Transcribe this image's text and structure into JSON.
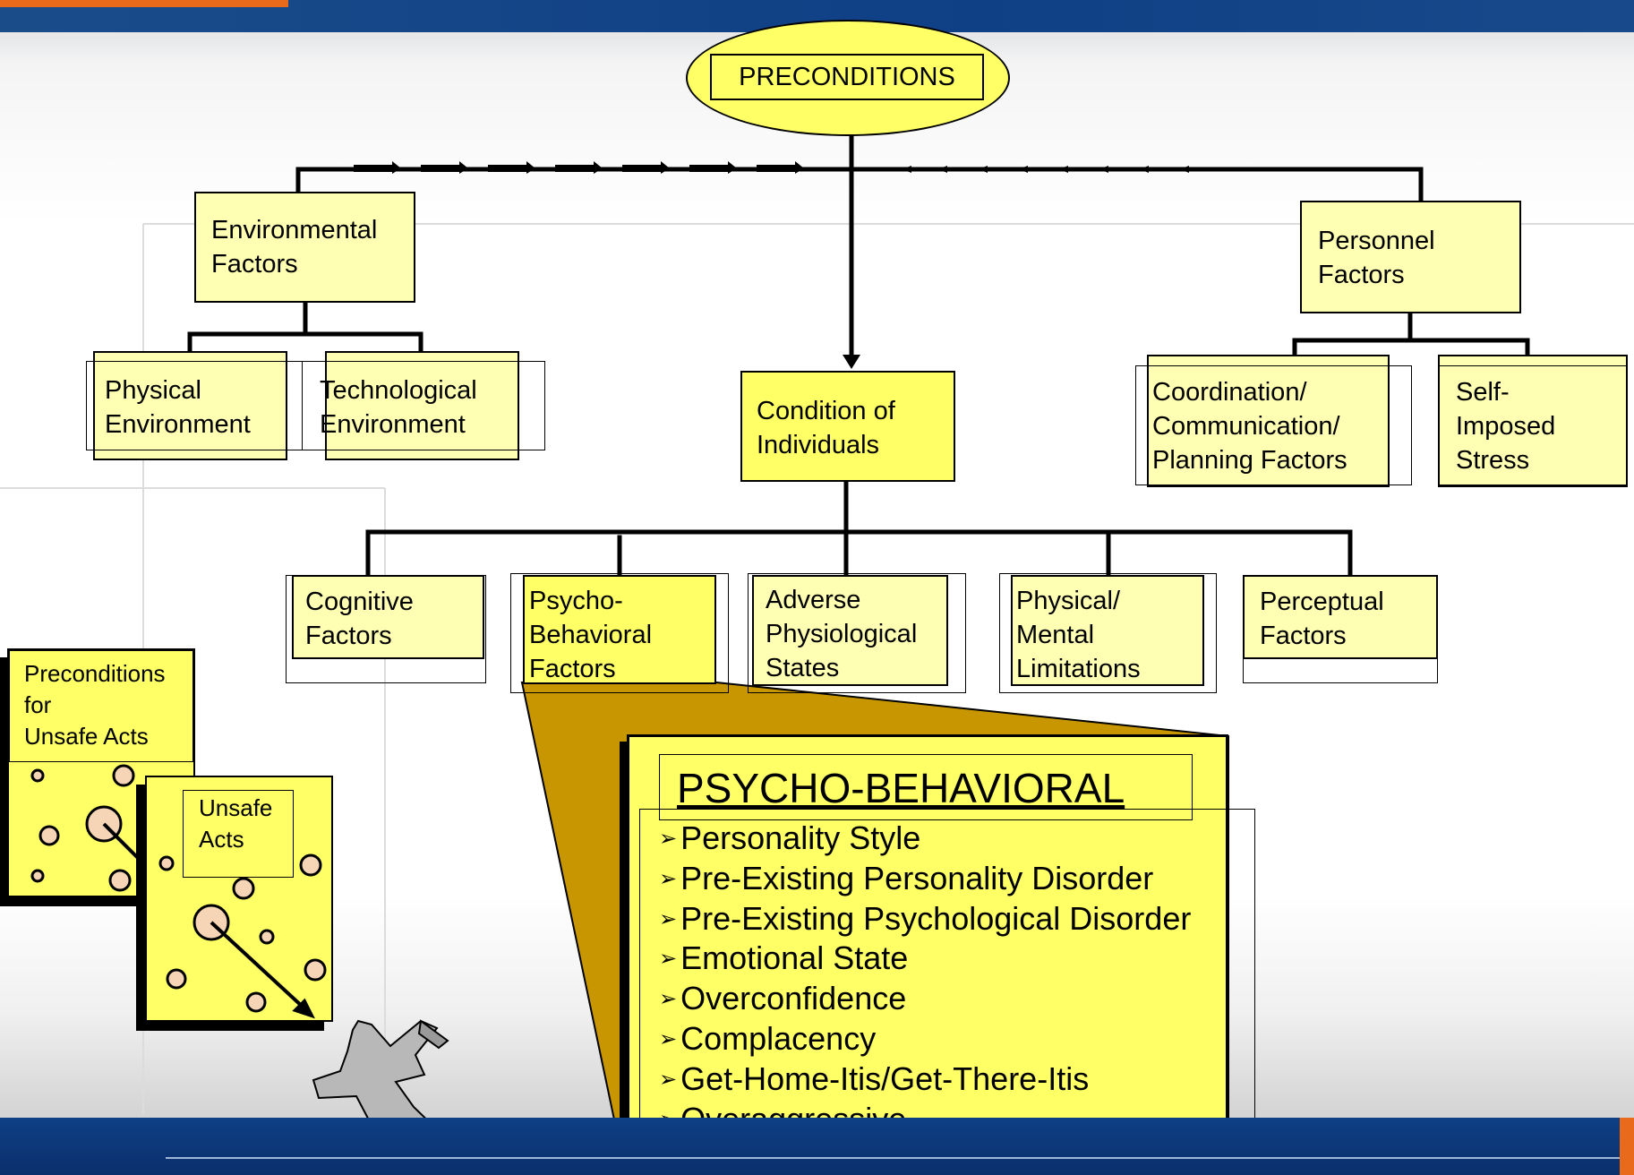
{
  "root": {
    "label": "PRECONDITIONS"
  },
  "categories": {
    "environmental": {
      "label": "Environmental\nFactors"
    },
    "condition": {
      "label": "Condition of\nIndividuals"
    },
    "personnel": {
      "label": "Personnel\nFactors"
    }
  },
  "environmental_children": [
    {
      "label": "Physical\nEnvironment"
    },
    {
      "label": "Technological\nEnvironment"
    }
  ],
  "personnel_children": [
    {
      "label": "Coordination/\nCommunication/\nPlanning Factors"
    },
    {
      "label": "Self-\nImposed\nStress"
    }
  ],
  "condition_children": [
    {
      "label": "Cognitive\nFactors"
    },
    {
      "label": "Psycho-\nBehavioral\nFactors"
    },
    {
      "label": "Adverse\nPhysiological\nStates"
    },
    {
      "label": "Physical/\nMental\nLimitations"
    },
    {
      "label": "Perceptual\nFactors"
    }
  ],
  "detail": {
    "title": "PSYCHO-BEHAVIORAL",
    "items": [
      "Personality Style",
      "Pre-Existing Personality Disorder",
      "Pre-Existing Psychological Disorder",
      "Emotional State",
      "Overconfidence",
      "Complacency",
      "Get-Home-Itis/Get-There-Itis",
      "Overaggressive"
    ]
  },
  "cards": {
    "preconditions": {
      "label": "Preconditions\nfor\n Unsafe Acts"
    },
    "unsafe": {
      "label": "Unsafe\nActs"
    }
  },
  "icons": {
    "airplane": "airplane-icon",
    "hole": "hole-icon",
    "arrow": "trajectory-arrow-icon"
  },
  "colors": {
    "box_fill": "#ffffb3",
    "highlight_fill": "#ffff66",
    "callout_fill": "#c89600",
    "top_bar": "#0f3f85",
    "accent": "#e86a1a"
  }
}
